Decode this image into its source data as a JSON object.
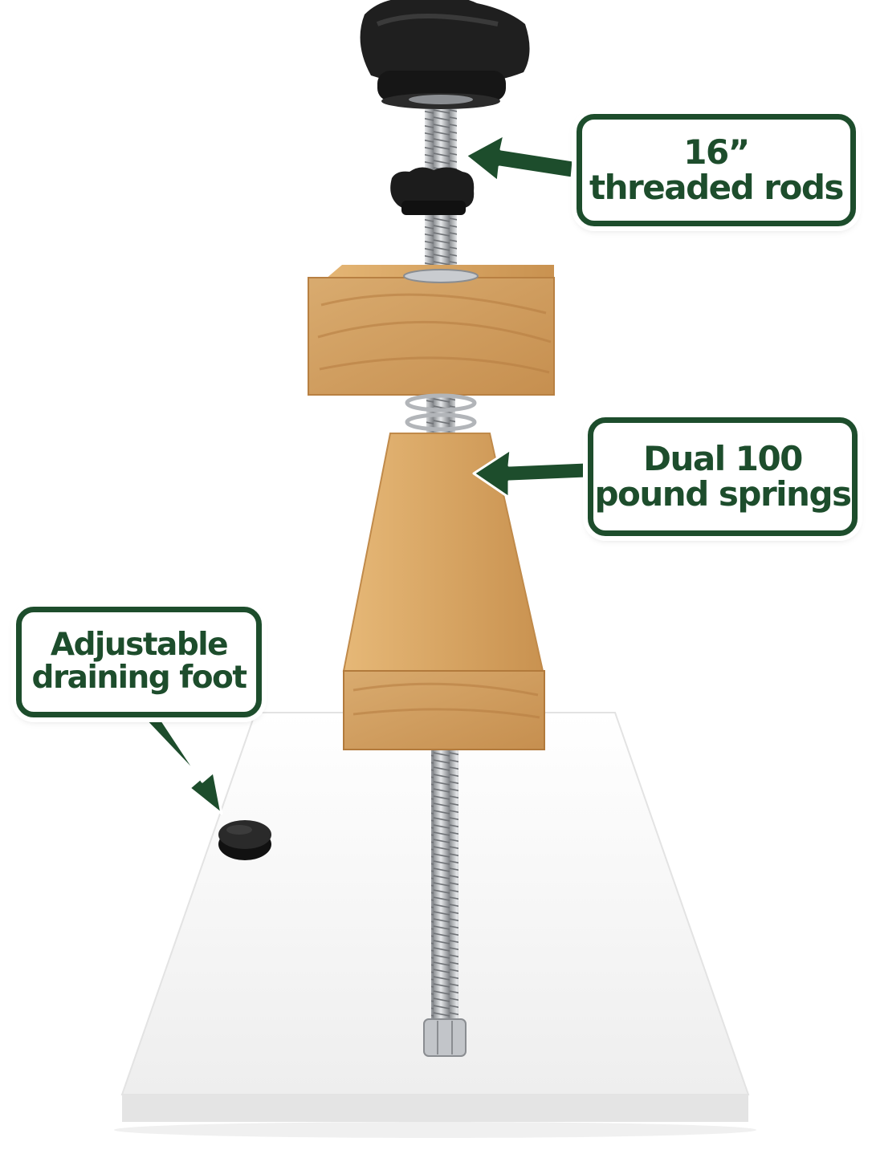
{
  "callouts": {
    "rods": {
      "line1": "16”",
      "line2": "threaded rods"
    },
    "springs": {
      "line1": "Dual 100",
      "line2": "pound springs"
    },
    "foot": {
      "line1": "Adjustable",
      "line2": "draining foot"
    }
  },
  "colors": {
    "callout_green": "#1d4d2c",
    "wood": "#d7a464",
    "base_board": "#f7f7f7",
    "knob": "#1e1e1e",
    "steel": "#b9bcc0"
  },
  "icons": [
    "arrow-icon"
  ]
}
